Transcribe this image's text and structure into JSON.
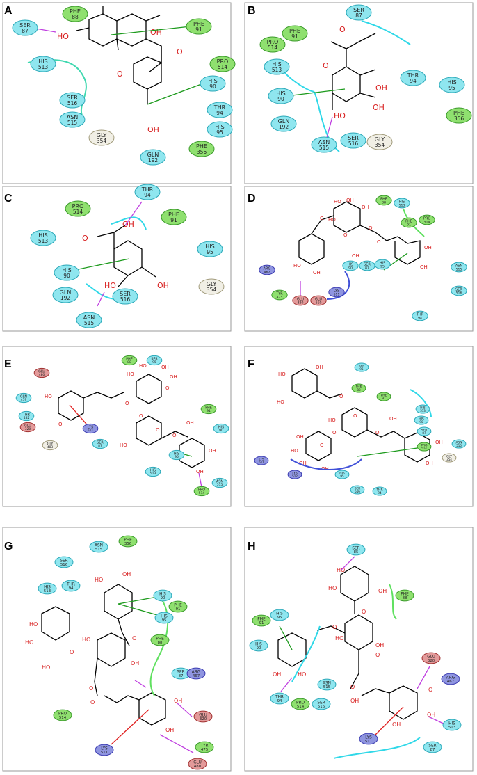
{
  "colors": {
    "residue_polar": "#8fe6ef",
    "residue_hydrophobic": "#8fe06f",
    "residue_neg": "#e39a9a",
    "residue_pos": "#8f95e0",
    "residue_gly": "#f1efe5",
    "hbond": "#c040e0",
    "pi": "#1c9a1c",
    "cation": "#e02020",
    "pocket_cyan": "#30d8e8",
    "pocket_green": "#60e060",
    "pocket_blue": "#4050d8"
  },
  "panels": [
    {
      "label": "A",
      "residues": [
        {
          "top": "PHE",
          "num": "88",
          "type": "hydrophobic"
        },
        {
          "top": "SER",
          "num": "87",
          "type": "polar"
        },
        {
          "top": "PHE",
          "num": "91",
          "type": "hydrophobic"
        },
        {
          "top": "HIS",
          "num": "513",
          "type": "polar"
        },
        {
          "top": "PRO",
          "num": "514",
          "type": "hydrophobic"
        },
        {
          "top": "HIS",
          "num": "90",
          "type": "polar"
        },
        {
          "top": "SER",
          "num": "516",
          "type": "polar"
        },
        {
          "top": "ASN",
          "num": "515",
          "type": "polar"
        },
        {
          "top": "THR",
          "num": "94",
          "type": "polar"
        },
        {
          "top": "HIS",
          "num": "95",
          "type": "polar"
        },
        {
          "top": "GLY",
          "num": "354",
          "type": "gly"
        },
        {
          "top": "PHE",
          "num": "356",
          "type": "hydrophobic"
        },
        {
          "top": "GLN",
          "num": "192",
          "type": "polar"
        }
      ],
      "atoms": [
        "HO",
        "OH",
        "O",
        "O",
        "OH"
      ]
    },
    {
      "label": "B",
      "residues": [
        {
          "top": "SER",
          "num": "87",
          "type": "polar"
        },
        {
          "top": "PRO",
          "num": "514",
          "type": "hydrophobic"
        },
        {
          "top": "PHE",
          "num": "91",
          "type": "hydrophobic"
        },
        {
          "top": "HIS",
          "num": "513",
          "type": "polar"
        },
        {
          "top": "THR",
          "num": "94",
          "type": "polar"
        },
        {
          "top": "HIS",
          "num": "95",
          "type": "polar"
        },
        {
          "top": "HIS",
          "num": "90",
          "type": "polar"
        },
        {
          "top": "PHE",
          "num": "356",
          "type": "hydrophobic"
        },
        {
          "top": "GLN",
          "num": "192",
          "type": "polar"
        },
        {
          "top": "ASN",
          "num": "515",
          "type": "polar"
        },
        {
          "top": "SER",
          "num": "516",
          "type": "polar"
        },
        {
          "top": "GLY",
          "num": "354",
          "type": "gly"
        }
      ],
      "atoms": [
        "O",
        "O",
        "OH",
        "HO",
        "OH"
      ]
    },
    {
      "label": "C",
      "residues": [
        {
          "top": "THR",
          "num": "94",
          "type": "polar"
        },
        {
          "top": "PRO",
          "num": "514",
          "type": "hydrophobic"
        },
        {
          "top": "PHE",
          "num": "91",
          "type": "hydrophobic"
        },
        {
          "top": "HIS",
          "num": "513",
          "type": "polar"
        },
        {
          "top": "HIS",
          "num": "95",
          "type": "polar"
        },
        {
          "top": "HIS",
          "num": "90",
          "type": "polar"
        },
        {
          "top": "GLY",
          "num": "354",
          "type": "gly"
        },
        {
          "top": "GLN",
          "num": "192",
          "type": "polar"
        },
        {
          "top": "ASN",
          "num": "515",
          "type": "polar"
        },
        {
          "top": "SER",
          "num": "516",
          "type": "polar"
        }
      ],
      "atoms": [
        "OH",
        "O",
        "HO",
        "OH"
      ]
    },
    {
      "label": "D",
      "residues": [
        {
          "top": "PHE",
          "num": "88",
          "type": "hydrophobic"
        },
        {
          "top": "HIS",
          "num": "513",
          "type": "polar"
        },
        {
          "top": "PHE",
          "num": "91",
          "type": "hydrophobic"
        },
        {
          "top": "PRO",
          "num": "514",
          "type": "hydrophobic"
        },
        {
          "top": "ARG",
          "num": "467",
          "type": "pos"
        },
        {
          "top": "HIS",
          "num": "90",
          "type": "polar"
        },
        {
          "top": "SER",
          "num": "87",
          "type": "polar"
        },
        {
          "top": "HIS",
          "num": "95",
          "type": "polar"
        },
        {
          "top": "ASN",
          "num": "515",
          "type": "polar"
        },
        {
          "top": "SER",
          "num": "516",
          "type": "polar"
        },
        {
          "top": "TYR",
          "num": "475",
          "type": "hydrophobic"
        },
        {
          "top": "LYS",
          "num": "511",
          "type": "pos"
        },
        {
          "top": "GLU",
          "num": "320",
          "type": "neg"
        },
        {
          "top": "GLU",
          "num": "510",
          "type": "neg"
        },
        {
          "top": "THR",
          "num": "94",
          "type": "polar"
        }
      ],
      "atoms": [
        "HO",
        "OH",
        "OH",
        "O",
        "O",
        "O",
        "O",
        "HO",
        "OH",
        "HO",
        "OH",
        "OH",
        "OH"
      ]
    },
    {
      "label": "E",
      "residues": [
        {
          "top": "SER",
          "num": "95",
          "type": "polar"
        },
        {
          "top": "PHE",
          "num": "88",
          "type": "hydrophobic"
        },
        {
          "top": "GLU",
          "num": "480",
          "type": "neg"
        },
        {
          "top": "GLN",
          "num": "479",
          "type": "polar"
        },
        {
          "top": "THR",
          "num": "482",
          "type": "polar"
        },
        {
          "top": "GLU",
          "num": "320",
          "type": "neg"
        },
        {
          "top": "LYS",
          "num": "511",
          "type": "pos"
        },
        {
          "top": "SER",
          "num": "87",
          "type": "polar"
        },
        {
          "top": "GLY",
          "num": "483",
          "type": "gly"
        },
        {
          "top": "PHE",
          "num": "91",
          "type": "hydrophobic"
        },
        {
          "top": "HIS",
          "num": "90",
          "type": "polar"
        },
        {
          "top": "HIS",
          "num": "95",
          "type": "polar"
        },
        {
          "top": "HIS",
          "num": "513",
          "type": "polar"
        },
        {
          "top": "ASN",
          "num": "515",
          "type": "polar"
        },
        {
          "top": "PRO",
          "num": "514",
          "type": "hydrophobic"
        }
      ],
      "atoms": [
        "HO",
        "O",
        "O",
        "O",
        "HO",
        "HO",
        "HO",
        "O",
        "O",
        "O",
        "OH",
        "OH",
        "OH",
        "OH",
        "OH"
      ]
    },
    {
      "label": "F",
      "residues": [
        {
          "top": "SER",
          "num": "95",
          "type": "polar"
        },
        {
          "top": "PHE",
          "num": "88",
          "type": "hydrophobic"
        },
        {
          "top": "PHE",
          "num": "91",
          "type": "hydrophobic"
        },
        {
          "top": "HIS",
          "num": "513",
          "type": "polar"
        },
        {
          "top": "HIS",
          "num": "90",
          "type": "polar"
        },
        {
          "top": "SER",
          "num": "87",
          "type": "polar"
        },
        {
          "top": "PRO",
          "num": "514",
          "type": "hydrophobic"
        },
        {
          "top": "LYS",
          "num": "511",
          "type": "pos"
        },
        {
          "top": "LYS",
          "num": "512",
          "type": "pos"
        },
        {
          "top": "HIS",
          "num": "95",
          "type": "polar"
        },
        {
          "top": "ASN",
          "num": "515",
          "type": "polar"
        },
        {
          "top": "GLY",
          "num": "354",
          "type": "gly"
        },
        {
          "top": "SER",
          "num": "516",
          "type": "polar"
        },
        {
          "top": "THR",
          "num": "94",
          "type": "polar"
        }
      ],
      "atoms": [
        "HO",
        "OH",
        "HO",
        "O",
        "O",
        "O",
        "HO",
        "OH",
        "O",
        "OH",
        "OH",
        "HO",
        "OH",
        "O",
        "OH",
        "OH"
      ]
    },
    {
      "label": "G",
      "residues": [
        {
          "top": "ASN",
          "num": "515",
          "type": "polar"
        },
        {
          "top": "PHE",
          "num": "356",
          "type": "hydrophobic"
        },
        {
          "top": "SER",
          "num": "516",
          "type": "polar"
        },
        {
          "top": "HIS",
          "num": "513",
          "type": "polar"
        },
        {
          "top": "THR",
          "num": "94",
          "type": "polar"
        },
        {
          "top": "HIS",
          "num": "90",
          "type": "polar"
        },
        {
          "top": "PHE",
          "num": "91",
          "type": "hydrophobic"
        },
        {
          "top": "HIS",
          "num": "95",
          "type": "polar"
        },
        {
          "top": "PHE",
          "num": "88",
          "type": "hydrophobic"
        },
        {
          "top": "SER",
          "num": "87",
          "type": "polar"
        },
        {
          "top": "ARG",
          "num": "467",
          "type": "pos"
        },
        {
          "top": "PRO",
          "num": "514",
          "type": "hydrophobic"
        },
        {
          "top": "GLU",
          "num": "320",
          "type": "neg"
        },
        {
          "top": "TYR",
          "num": "475",
          "type": "hydrophobic"
        },
        {
          "top": "LYS",
          "num": "511",
          "type": "pos"
        },
        {
          "top": "GLU",
          "num": "480",
          "type": "neg"
        }
      ],
      "atoms": [
        "HO",
        "OH",
        "HO",
        "HO",
        "O",
        "HO",
        "O",
        "HO",
        "O",
        "OH",
        "O",
        "OH",
        "OH"
      ]
    },
    {
      "label": "H",
      "residues": [
        {
          "top": "SER",
          "num": "85",
          "type": "polar"
        },
        {
          "top": "PHE",
          "num": "88",
          "type": "hydrophobic"
        },
        {
          "top": "HIS",
          "num": "95",
          "type": "polar"
        },
        {
          "top": "PHE",
          "num": "91",
          "type": "hydrophobic"
        },
        {
          "top": "HIS",
          "num": "90",
          "type": "polar"
        },
        {
          "top": "GLU",
          "num": "320",
          "type": "neg"
        },
        {
          "top": "ARG",
          "num": "467",
          "type": "pos"
        },
        {
          "top": "THR",
          "num": "94",
          "type": "polar"
        },
        {
          "top": "ASN",
          "num": "515",
          "type": "polar"
        },
        {
          "top": "PRO",
          "num": "514",
          "type": "hydrophobic"
        },
        {
          "top": "SER",
          "num": "516",
          "type": "polar"
        },
        {
          "top": "HIS",
          "num": "513",
          "type": "polar"
        },
        {
          "top": "LYS",
          "num": "511",
          "type": "pos"
        },
        {
          "top": "SER",
          "num": "87",
          "type": "polar"
        }
      ],
      "atoms": [
        "HO",
        "HO",
        "OH",
        "HO",
        "O",
        "O",
        "O",
        "OH",
        "OH",
        "HO",
        "OH",
        "O",
        "O",
        "OH",
        "OH"
      ]
    }
  ]
}
